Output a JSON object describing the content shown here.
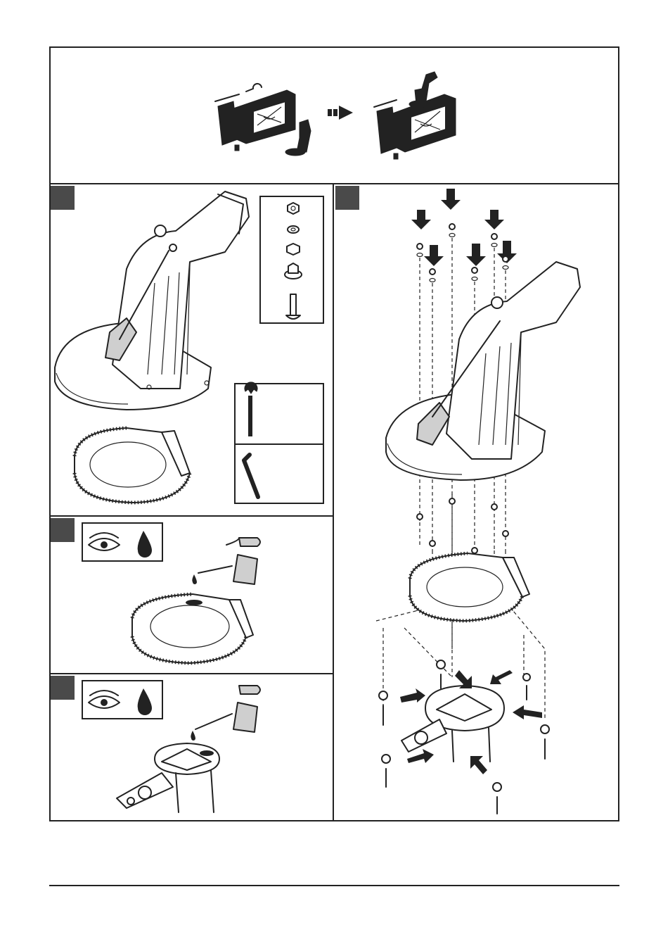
{
  "page": {
    "layout": "assembly-instructions",
    "footer_rule": true
  },
  "panels": [
    {
      "id": "overview",
      "content": "snow-blower-chute-before-after"
    },
    {
      "id": "step-1",
      "content": "chute-and-ring-parts",
      "hardware": [
        "nut-icon",
        "washer-icon",
        "lock-nut-icon",
        "flange-nut-icon",
        "bolt-icon"
      ],
      "tools": [
        "wrench-icon",
        "hex-key-icon"
      ]
    },
    {
      "id": "step-2",
      "content": "lubricate-ring-gear",
      "symbols": [
        "eye-icon",
        "oil-drop-icon"
      ]
    },
    {
      "id": "step-3",
      "content": "lubricate-chute-base",
      "symbols": [
        "eye-icon",
        "oil-drop-icon"
      ]
    },
    {
      "id": "step-4",
      "content": "exploded-chute-assembly"
    }
  ],
  "colors": {
    "ink": "#222222",
    "step_marker": "#4a4a4a",
    "shade": "#cfcfcf"
  }
}
